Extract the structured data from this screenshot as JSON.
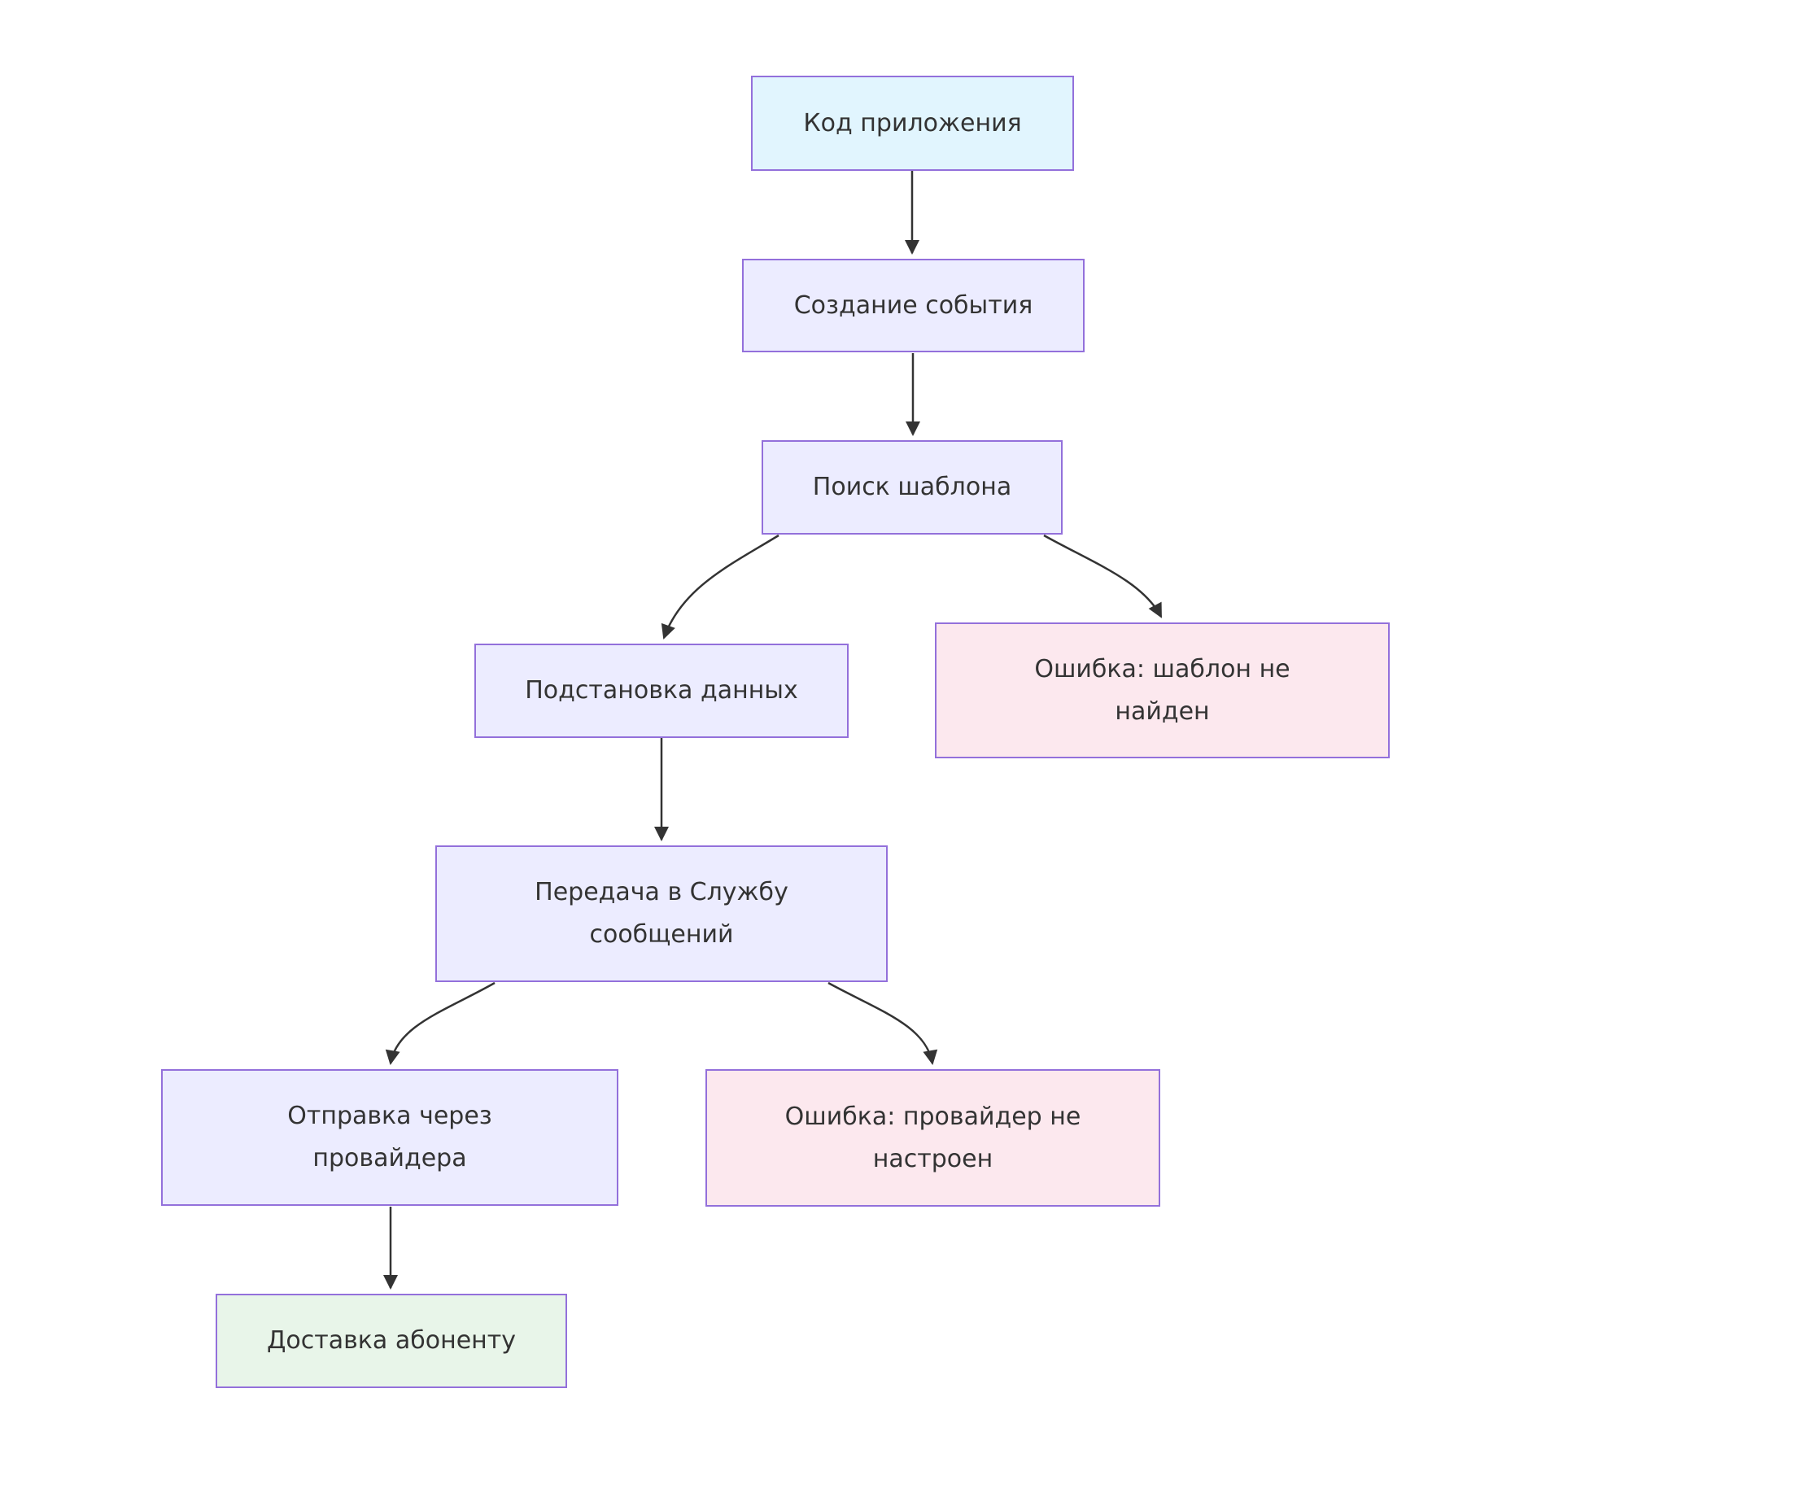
{
  "diagram": {
    "type": "flowchart",
    "direction": "top-down",
    "background": "#ffffff",
    "nodes": [
      {
        "id": "app-code",
        "label": "Код приложения",
        "kind": "start"
      },
      {
        "id": "event-creation",
        "label": "Создание события",
        "kind": "process"
      },
      {
        "id": "template-search",
        "label": "Поиск шаблона",
        "kind": "process"
      },
      {
        "id": "data-substitution",
        "label": "Подстановка данных",
        "kind": "process"
      },
      {
        "id": "error-template-not-found",
        "label": "Ошибка: шаблон не\nнайден",
        "kind": "error"
      },
      {
        "id": "message-service-transfer",
        "label": "Передача в Службу\nсообщений",
        "kind": "process"
      },
      {
        "id": "send-via-provider",
        "label": "Отправка через\nпровайдера",
        "kind": "process"
      },
      {
        "id": "error-provider-not-configured",
        "label": "Ошибка: провайдер не\nнастроен",
        "kind": "error"
      },
      {
        "id": "delivery-to-subscriber",
        "label": "Доставка абоненту",
        "kind": "success"
      }
    ],
    "edges": [
      {
        "from": "app-code",
        "to": "event-creation"
      },
      {
        "from": "event-creation",
        "to": "template-search"
      },
      {
        "from": "template-search",
        "to": "data-substitution"
      },
      {
        "from": "template-search",
        "to": "error-template-not-found"
      },
      {
        "from": "data-substitution",
        "to": "message-service-transfer"
      },
      {
        "from": "message-service-transfer",
        "to": "send-via-provider"
      },
      {
        "from": "message-service-transfer",
        "to": "error-provider-not-configured"
      },
      {
        "from": "send-via-provider",
        "to": "delivery-to-subscriber"
      }
    ],
    "colors": {
      "start_fill": "#e1f5fe",
      "process_fill": "#ececff",
      "error_fill": "#fce8ee",
      "success_fill": "#e8f5e9",
      "border": "#9370db",
      "edge": "#333333",
      "text": "#333333"
    }
  }
}
